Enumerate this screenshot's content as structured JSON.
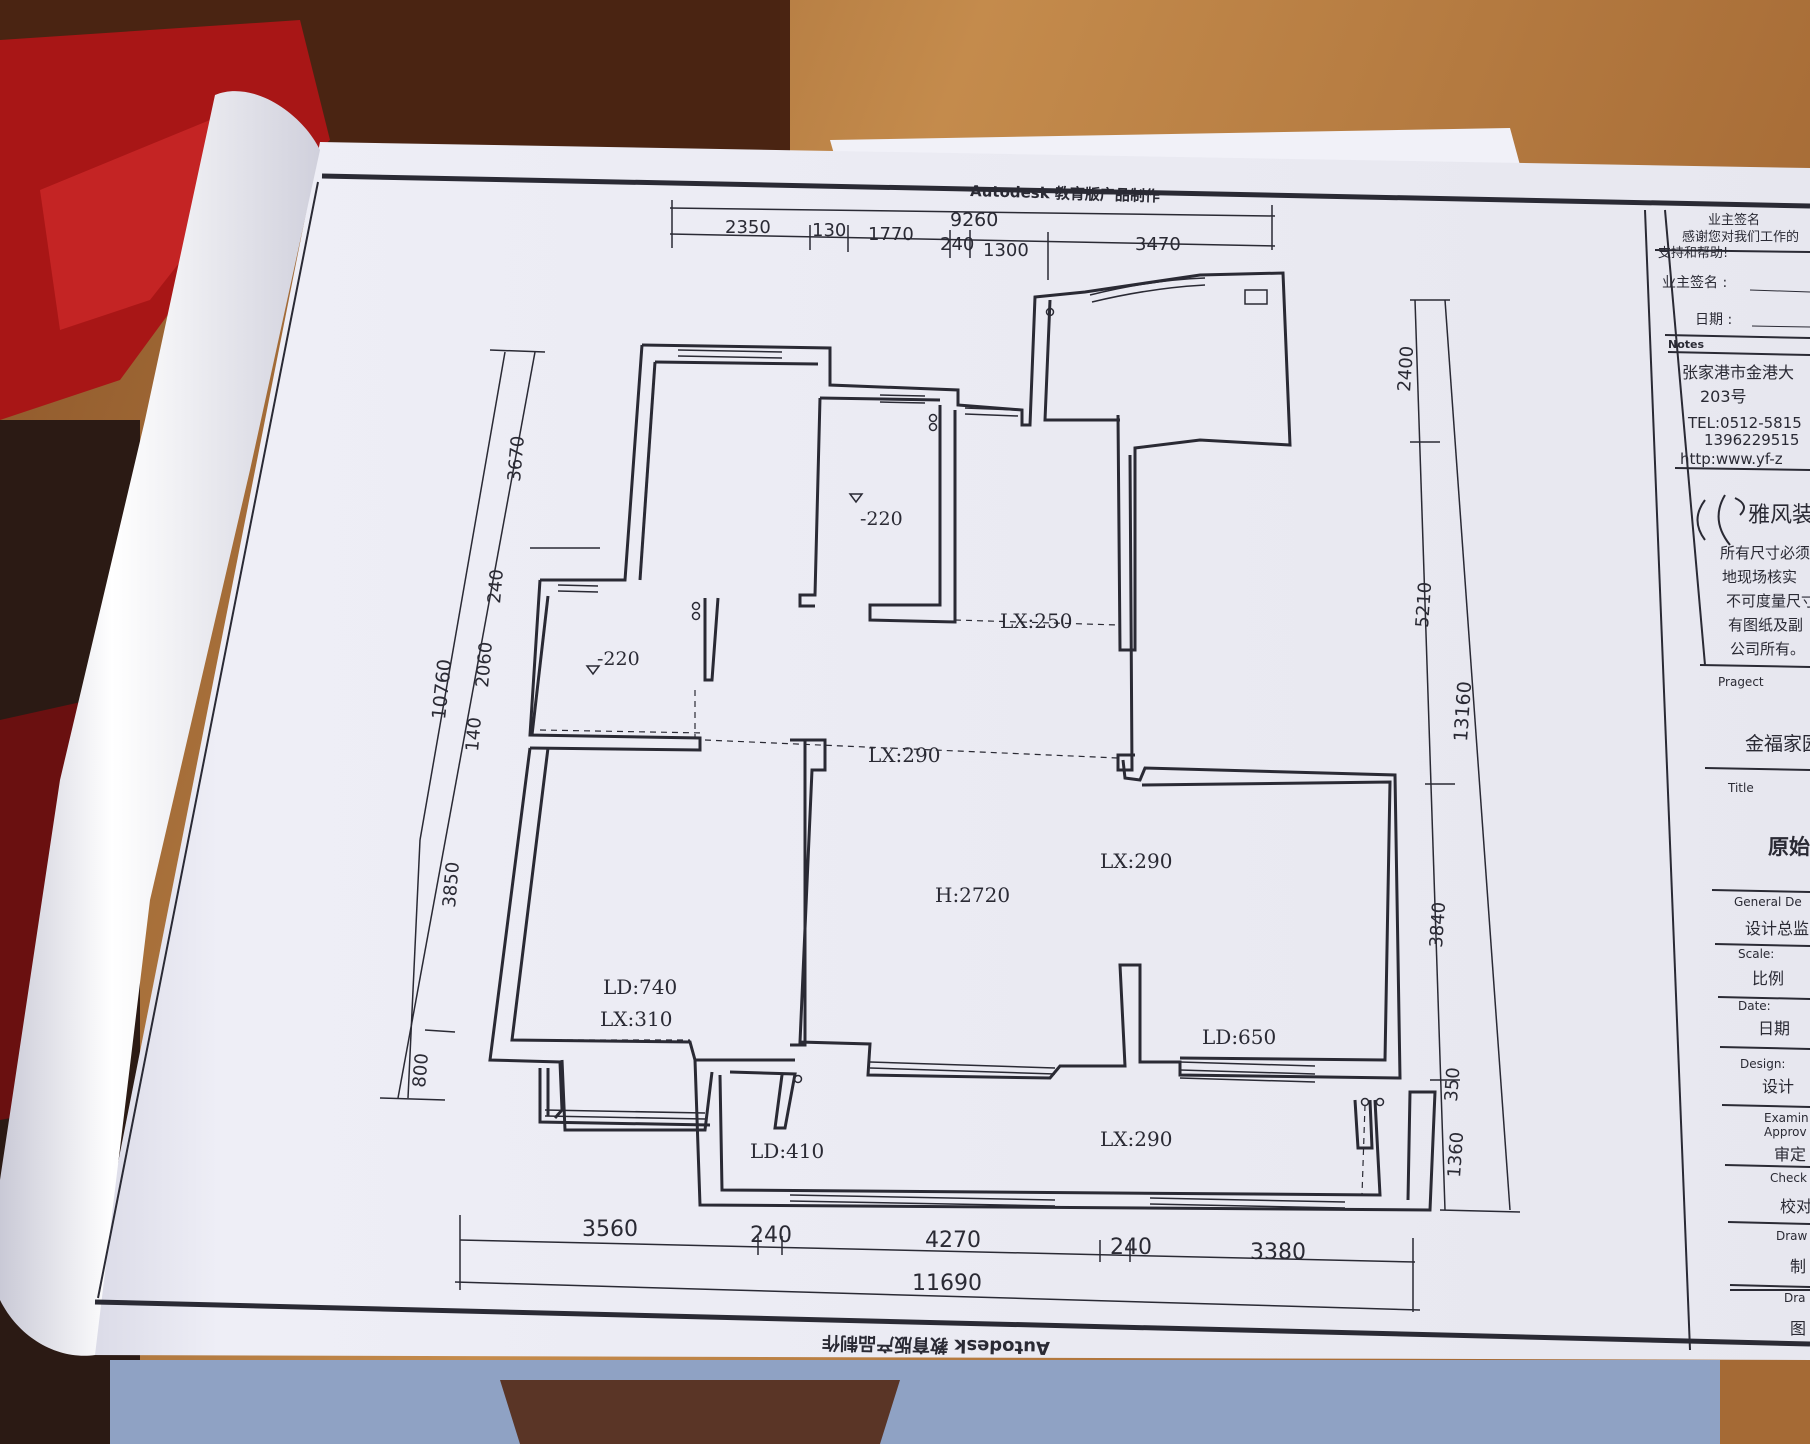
{
  "header_banner": "Autodesk 教育版产品制作",
  "footer_banner": "Autodesk 教育版产品制作",
  "dimensions": {
    "top_total": "9260",
    "top_segments": [
      "2350",
      "130",
      "1770",
      "240",
      "1300",
      "3470"
    ],
    "left_total": "10760",
    "left_segments": [
      "3670",
      "240",
      "2060",
      "140",
      "3850",
      "800"
    ],
    "right_total": "13160",
    "right_segments": [
      "2400",
      "5210",
      "3840",
      "350",
      "1360"
    ],
    "bottom_total": "11690",
    "bottom_segments": [
      "3560",
      "240",
      "4270",
      "240",
      "3380"
    ]
  },
  "labels": {
    "level_a": "-220",
    "level_b": "-220",
    "lx250": "LX:250",
    "lx290_mid": "LX:290",
    "lx290_right": "LX:290",
    "h2720": "H:2720",
    "ld740": "LD:740",
    "lx310": "LX:310",
    "ld650": "LD:650",
    "ld410": "LD:410",
    "lx290_bottom": "LX:290"
  },
  "title_block": {
    "owner_sign_header": "业主签名",
    "thanks_line1": "感谢您对我们工作的",
    "thanks_line2": "支持和帮助!",
    "owner_sign": "业主签名 :",
    "date": "日期 :",
    "notes": "Notes",
    "address1": "张家港市金港大",
    "address2": "203号",
    "tel": "TEL:0512-5815",
    "mobile": "1396229515",
    "web": "http:www.yf-z",
    "company": "雅风装",
    "note1": "所有尺寸必须",
    "note2": "地现场核实",
    "note3": "不可度量尺寸",
    "note4": "有图纸及副",
    "note5": "公司所有。",
    "project_label": "Pragect",
    "project_value": "金福家园",
    "title_label": "Title",
    "title_value": "原始",
    "general_label": "General De",
    "general_value": "设计总监",
    "scale_label": "Scale:",
    "scale_value": "比例",
    "date_label": "Date:",
    "date_value": "日期",
    "design_label": "Design:",
    "design_value": "设计",
    "exam_label1": "Examin",
    "exam_label2": "Approv",
    "exam_value": "审定",
    "check_label": "Check",
    "check_value": "校对",
    "draw_label": "Draw",
    "draw_value": "制",
    "draw2_label": "Dra",
    "draw2_value": "图"
  },
  "colors": {
    "paper": "#eeeef6",
    "ink": "#2a2a34",
    "table": "#7a4a26",
    "cloth": "#a01818",
    "jeans": "#8fa2c4"
  }
}
